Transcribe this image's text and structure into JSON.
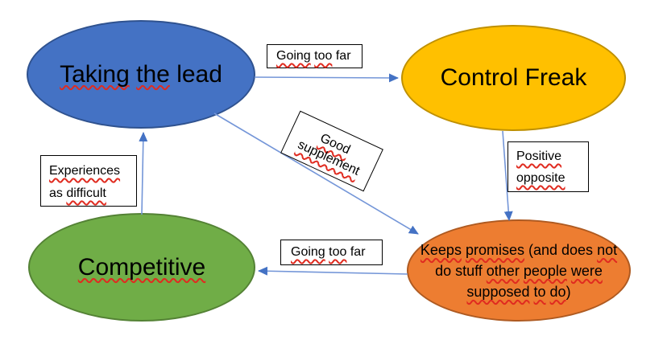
{
  "diagram_title": "Personality traits relation diagram",
  "palette": {
    "background": "#ffffff",
    "text": "#000000",
    "squiggle": "#e02b20",
    "node_blue_fill": "#4472c4",
    "node_blue_border": "#2f528f",
    "node_yellow_fill": "#ffc000",
    "node_yellow_border": "#bf9000",
    "node_green_fill": "#70ad47",
    "node_green_border": "#548235",
    "node_orange_fill": "#ed7d31",
    "node_orange_border": "#ae5a21",
    "arrow_line": "#7496d8",
    "arrow_head": "#4472c4",
    "label_fill": "#ffffff",
    "label_border": "#000000"
  },
  "nodes": {
    "taking_the_lead": {
      "text": "Taking the lead",
      "segments": [
        {
          "t": "Taking",
          "s": true
        },
        {
          "t": " ",
          "s": false
        },
        {
          "t": "the",
          "s": true
        },
        {
          "t": " lead",
          "s": false
        }
      ]
    },
    "control_freak": {
      "text": "Control Freak",
      "segments": [
        {
          "t": "Control Freak",
          "s": false
        }
      ]
    },
    "competitive": {
      "text": "Competitive",
      "segments": [
        {
          "t": "Competitive",
          "s": true
        }
      ]
    },
    "keeps_promises": {
      "text": "Keeps promises (and does not do stuff other people were supposed to do)",
      "lines": [
        [
          {
            "t": "Keeps",
            "s": true
          },
          {
            "t": " ",
            "s": false
          },
          {
            "t": "promises",
            "s": true
          },
          {
            "t": " (and does ",
            "s": false
          },
          {
            "t": "not",
            "s": true
          }
        ],
        [
          {
            "t": "do stuff ",
            "s": false
          },
          {
            "t": "other",
            "s": true
          },
          {
            "t": " ",
            "s": false
          },
          {
            "t": "people",
            "s": true
          },
          {
            "t": " ",
            "s": false
          },
          {
            "t": "were",
            "s": true
          }
        ],
        [
          {
            "t": "supposed",
            "s": true
          },
          {
            "t": " ",
            "s": false
          },
          {
            "t": "to",
            "s": true
          },
          {
            "t": " ",
            "s": false
          },
          {
            "t": "do",
            "s": true
          },
          {
            "t": ")",
            "s": false
          }
        ]
      ]
    }
  },
  "labels": {
    "going_too_far_top": {
      "text": "Going too far",
      "segments": [
        {
          "t": "Going",
          "s": true
        },
        {
          "t": " ",
          "s": false
        },
        {
          "t": "too",
          "s": true
        },
        {
          "t": " far",
          "s": false
        }
      ]
    },
    "good_supplement": {
      "text": "Good supplement",
      "lines": [
        [
          {
            "t": "Good",
            "s": true
          }
        ],
        [
          {
            "t": "supplement",
            "s": true
          }
        ]
      ]
    },
    "positive_opposite": {
      "text": "Positive opposite",
      "lines": [
        [
          {
            "t": "Positive",
            "s": true
          }
        ],
        [
          {
            "t": "opposite",
            "s": true
          }
        ]
      ]
    },
    "experiences_as_difficult": {
      "text": "Experiences as difficult",
      "lines": [
        [
          {
            "t": "Experiences",
            "s": true
          }
        ],
        [
          {
            "t": "as ",
            "s": false
          },
          {
            "t": "difficult",
            "s": true
          }
        ]
      ]
    },
    "going_too_far_bottom": {
      "text": "Going too far",
      "segments": [
        {
          "t": "Going",
          "s": true
        },
        {
          "t": " ",
          "s": false
        },
        {
          "t": "too",
          "s": true
        },
        {
          "t": " far",
          "s": false
        }
      ]
    }
  },
  "arrows": [
    {
      "name": "taking-the-lead-to-control-freak",
      "label": "Going too far"
    },
    {
      "name": "taking-the-lead-to-keeps-promises",
      "label": "Good supplement"
    },
    {
      "name": "control-freak-to-keeps-promises",
      "label": "Positive opposite"
    },
    {
      "name": "keeps-promises-to-competitive",
      "label": "Going too far"
    },
    {
      "name": "competitive-to-taking-the-lead",
      "label": "Experiences as difficult"
    }
  ]
}
